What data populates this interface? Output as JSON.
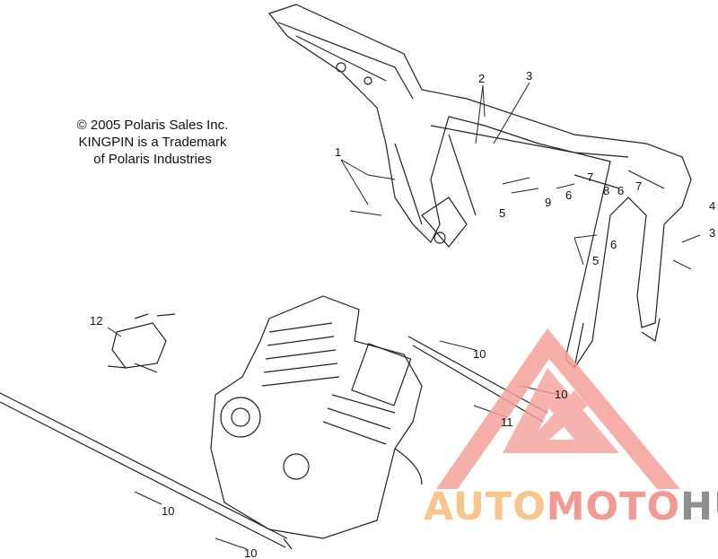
{
  "copyright": {
    "line1": "© 2005 Polaris Sales Inc.",
    "line2": "KINGPIN is a Trademark",
    "line3": "of Polaris Industries"
  },
  "callouts": [
    "1",
    "2",
    "3",
    "5",
    "9",
    "6",
    "7",
    "8",
    "6",
    "7",
    "4",
    "3",
    "6",
    "5",
    "12",
    "10",
    "10",
    "11",
    "10",
    "10"
  ],
  "watermark": {
    "part1": "AUTO",
    "part2": "MOTO",
    "part3": "HUB",
    "colors": {
      "auto": "#f7c68c",
      "moto": "#f29a94",
      "hub": "#8f8f8f",
      "logo": "#f5a09a"
    }
  }
}
